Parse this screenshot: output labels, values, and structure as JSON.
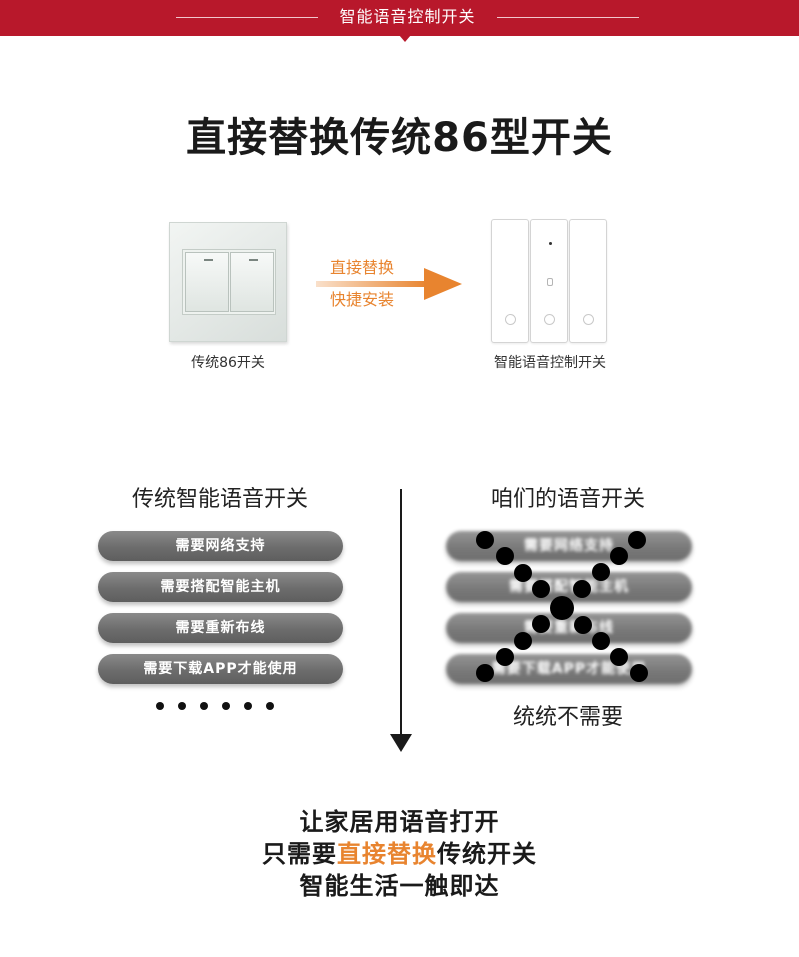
{
  "banner": {
    "title": "智能语音控制开关"
  },
  "main_title": "直接替换传统86型开关",
  "compare_top": {
    "old_caption": "传统86开关",
    "new_caption": "智能语音控制开关",
    "arrow_line1": "直接替换",
    "arrow_line2": "快捷安装",
    "accent_color": "#e8842f"
  },
  "left_column": {
    "title": "传统智能语音开关",
    "items": [
      "需要网络支持",
      "需要搭配智能主机",
      "需要重新布线",
      "需要下载APP才能使用"
    ],
    "ellipsis_icon": "ellipsis-dots"
  },
  "right_column": {
    "title": "咱们的语音开关",
    "items": [
      "需要网络支持",
      "需要搭配智能主机",
      "需要重新布线",
      "需要下载APP才能使用"
    ],
    "cross_icon": "dotted-x-icon",
    "verdict": "统统不需要"
  },
  "slogan": {
    "line1": "让家居用语音打开",
    "line2_prefix": "只需要",
    "line2_highlight": "直接替换",
    "line2_suffix": "传统开关",
    "line3": "智能生活一触即达"
  },
  "colors": {
    "banner": "#b8182b",
    "accent": "#e8842f",
    "pill": "#6c6c6c"
  }
}
